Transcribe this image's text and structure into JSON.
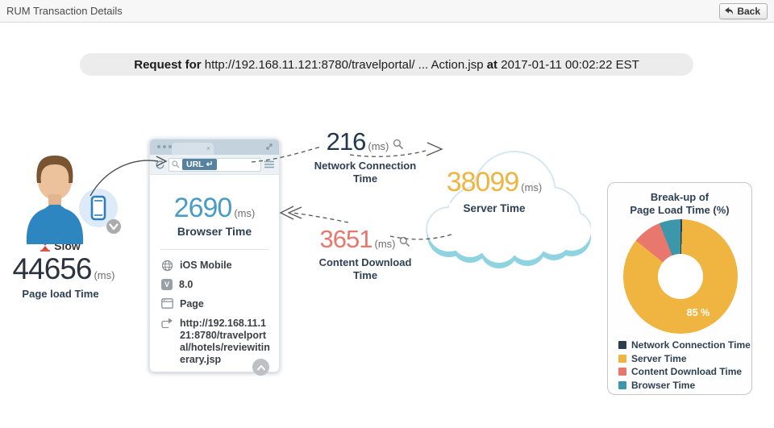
{
  "header": {
    "title": "RUM Transaction Details",
    "back_label": "Back"
  },
  "request_banner": {
    "prefix": "Request for",
    "url": "http://192.168.11.121:8780/travelportal/ ... Action.jsp",
    "connector": "at",
    "timestamp": "2017-01-11 00:02:22 EST"
  },
  "client": {
    "status": "Slow",
    "value": "44656",
    "unit": "(ms)",
    "label": "Page load Time"
  },
  "browser": {
    "tab_close": "×",
    "url_badge": "URL",
    "enter_symbol": "↵",
    "value": "2690",
    "unit": "(ms)",
    "label": "Browser Time",
    "details": [
      {
        "icon": "globe-icon",
        "text": "iOS Mobile"
      },
      {
        "icon": "version-icon",
        "badge": "V",
        "text": "8.0"
      },
      {
        "icon": "page-icon",
        "text": "Page"
      },
      {
        "icon": "share-icon",
        "text": "http://192.168.11.121:8780/travelportal/hotels/reviewitinerary.jsp"
      }
    ]
  },
  "network": {
    "value": "216",
    "unit": "(ms)",
    "label_line1": "Network Connection",
    "label_line2": "Time"
  },
  "server": {
    "value": "38099",
    "unit": "(ms)",
    "label": "Server Time"
  },
  "download": {
    "value": "3651",
    "unit": "(ms)",
    "label_line1": "Content Download",
    "label_line2": "Time"
  },
  "breakup": {
    "title_line1": "Break-up of",
    "title_line2": "Page Load Time (%)"
  },
  "chart_data": {
    "type": "pie",
    "donut": true,
    "title": "Break-up of Page Load Time (%)",
    "slices": [
      {
        "label": "Network Connection Time",
        "value": 0.5,
        "color": "#2b3e50"
      },
      {
        "label": "Server Time",
        "value": 85.3,
        "color": "#f0b441"
      },
      {
        "label": "Content Download Time",
        "value": 8.2,
        "color": "#e8776d"
      },
      {
        "label": "Browser Time",
        "value": 6.0,
        "color": "#3d97ab"
      }
    ],
    "center_label": "85 %",
    "legend_position": "bottom"
  },
  "colors": {
    "page_load_value": "#2b3340",
    "browser_time_value": "#4a9cc7",
    "network_value": "#22384e",
    "server_value": "#f0b441",
    "download_value": "#e8776d",
    "slow_icon": "#d9453e",
    "url_badge_bg": "#55829f"
  }
}
